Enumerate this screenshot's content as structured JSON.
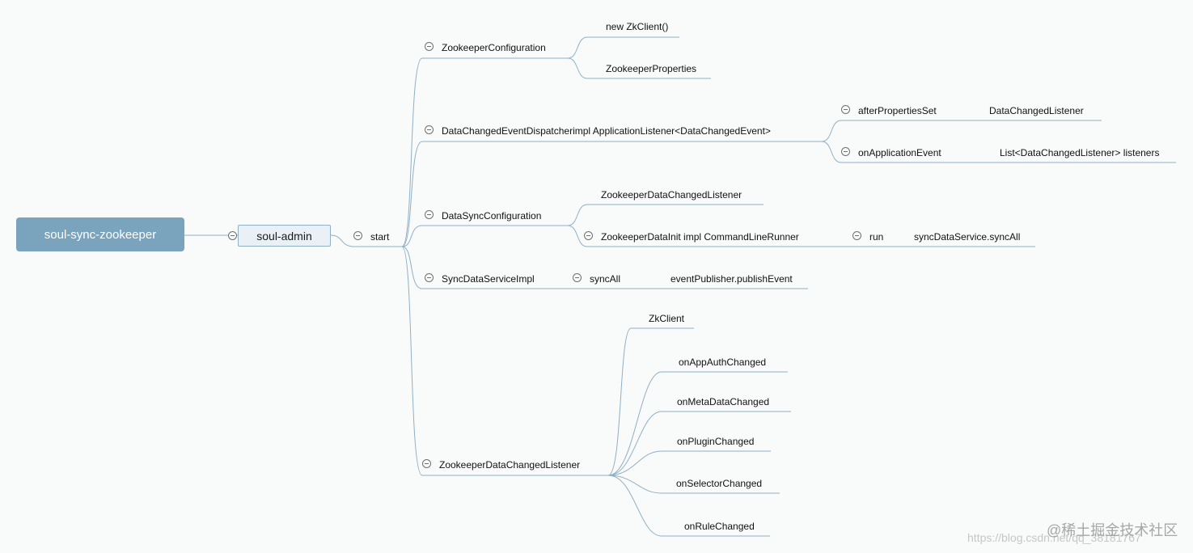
{
  "root": {
    "label": "soul-sync-zookeeper"
  },
  "admin": {
    "label": "soul-admin"
  },
  "start": {
    "label": "start"
  },
  "zk_config": {
    "label": "ZookeeperConfiguration",
    "children": [
      "new ZkClient()",
      "ZookeeperProperties"
    ]
  },
  "dispatcher": {
    "label": "DataChangedEventDispatcherimpl ApplicationListener<DataChangedEvent>",
    "after_props": {
      "label": "afterPropertiesSet",
      "child": "DataChangedListener"
    },
    "on_app_event": {
      "label": "onApplicationEvent",
      "child": "List<DataChangedListener> listeners"
    }
  },
  "sync_config": {
    "label": "DataSyncConfiguration",
    "listener": "ZookeeperDataChangedListener",
    "init": {
      "label": "ZookeeperDataInit impl CommandLineRunner",
      "run": "run",
      "run_child": "syncDataService.syncAll"
    }
  },
  "sync_service": {
    "label": "SyncDataServiceImpl",
    "sync_all": "syncAll",
    "sync_all_child": "eventPublisher.publishEvent"
  },
  "zk_listener": {
    "label": "ZookeeperDataChangedListener",
    "children": [
      "ZkClient",
      "onAppAuthChanged",
      "onMetaDataChanged",
      "onPluginChanged",
      "onSelectorChanged",
      "onRuleChanged"
    ]
  },
  "watermark": {
    "url": "https://blog.csdn.net/qq_38181767",
    "brand": "@稀土掘金技术社区"
  },
  "colors": {
    "line": "#8fb0c5",
    "root_bg": "#7aa3bd",
    "box_bg": "#e9f1f6"
  }
}
